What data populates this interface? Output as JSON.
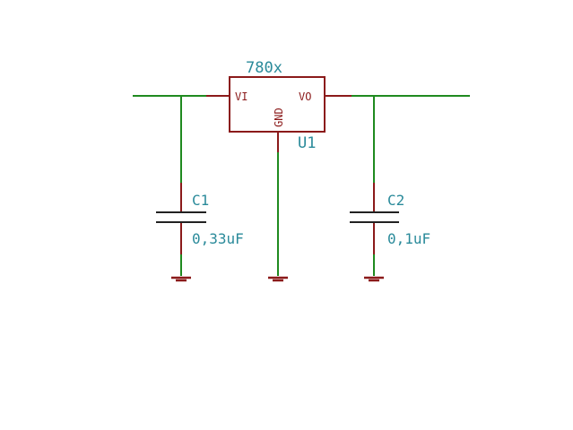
{
  "schematic": {
    "regulator": {
      "part": "780x",
      "ref": "U1",
      "pins": {
        "input": "VI",
        "output": "VO",
        "ground": "GND"
      }
    },
    "capacitors": [
      {
        "ref": "C1",
        "value": "0,33uF"
      },
      {
        "ref": "C2",
        "value": "0,1uF"
      }
    ],
    "colors": {
      "wire": "#1f8a1f",
      "component": "#8b1a1a",
      "label": "#2a8a9a"
    }
  }
}
